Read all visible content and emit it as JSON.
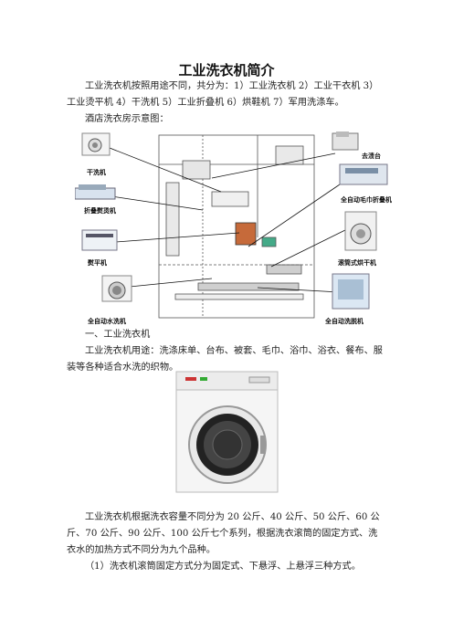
{
  "document": {
    "title": "工业洗衣机简介",
    "intro": "工业洗衣机按照用途不同，共分为：1）工业洗衣机 2）工业干衣机 3）工业烫平机 4）干洗机  5）工业折叠机 6）烘鞋机 7）军用洗涤车。",
    "hotel_room_label": "酒店洗衣房示意图：",
    "diagram_labels": {
      "dry_cleaner": "干洗机",
      "folder": "折叠熨烫机",
      "ironer": "熨平机",
      "washer": "全自动水洗机",
      "spotting": "去渍台",
      "towel_folder": "全自动毛巾折叠机",
      "tumble_dryer": "滚筒式烘干机",
      "washer_extractor": "全自动洗脱机"
    },
    "section1_heading": "一、工业洗衣机",
    "section1_use": "工业洗衣机用途：洗涤床单、台布、被套、毛巾、浴巾、浴衣、餐布、服装等各种适合水洗的织物。",
    "section1_capacity": "工业洗衣机根据洗衣容量不同分为 20 公斤、40 公斤、50 公斤、60 公斤、70 公斤、90 公斤、100 公斤七个系列，根据洗衣滚筒的固定方式、洗衣水的加热方式不同分为九个品种。",
    "section1_item1": "（1）洗衣机滚筒固定方式分为固定式、下悬浮、上悬浮三种方式。"
  }
}
